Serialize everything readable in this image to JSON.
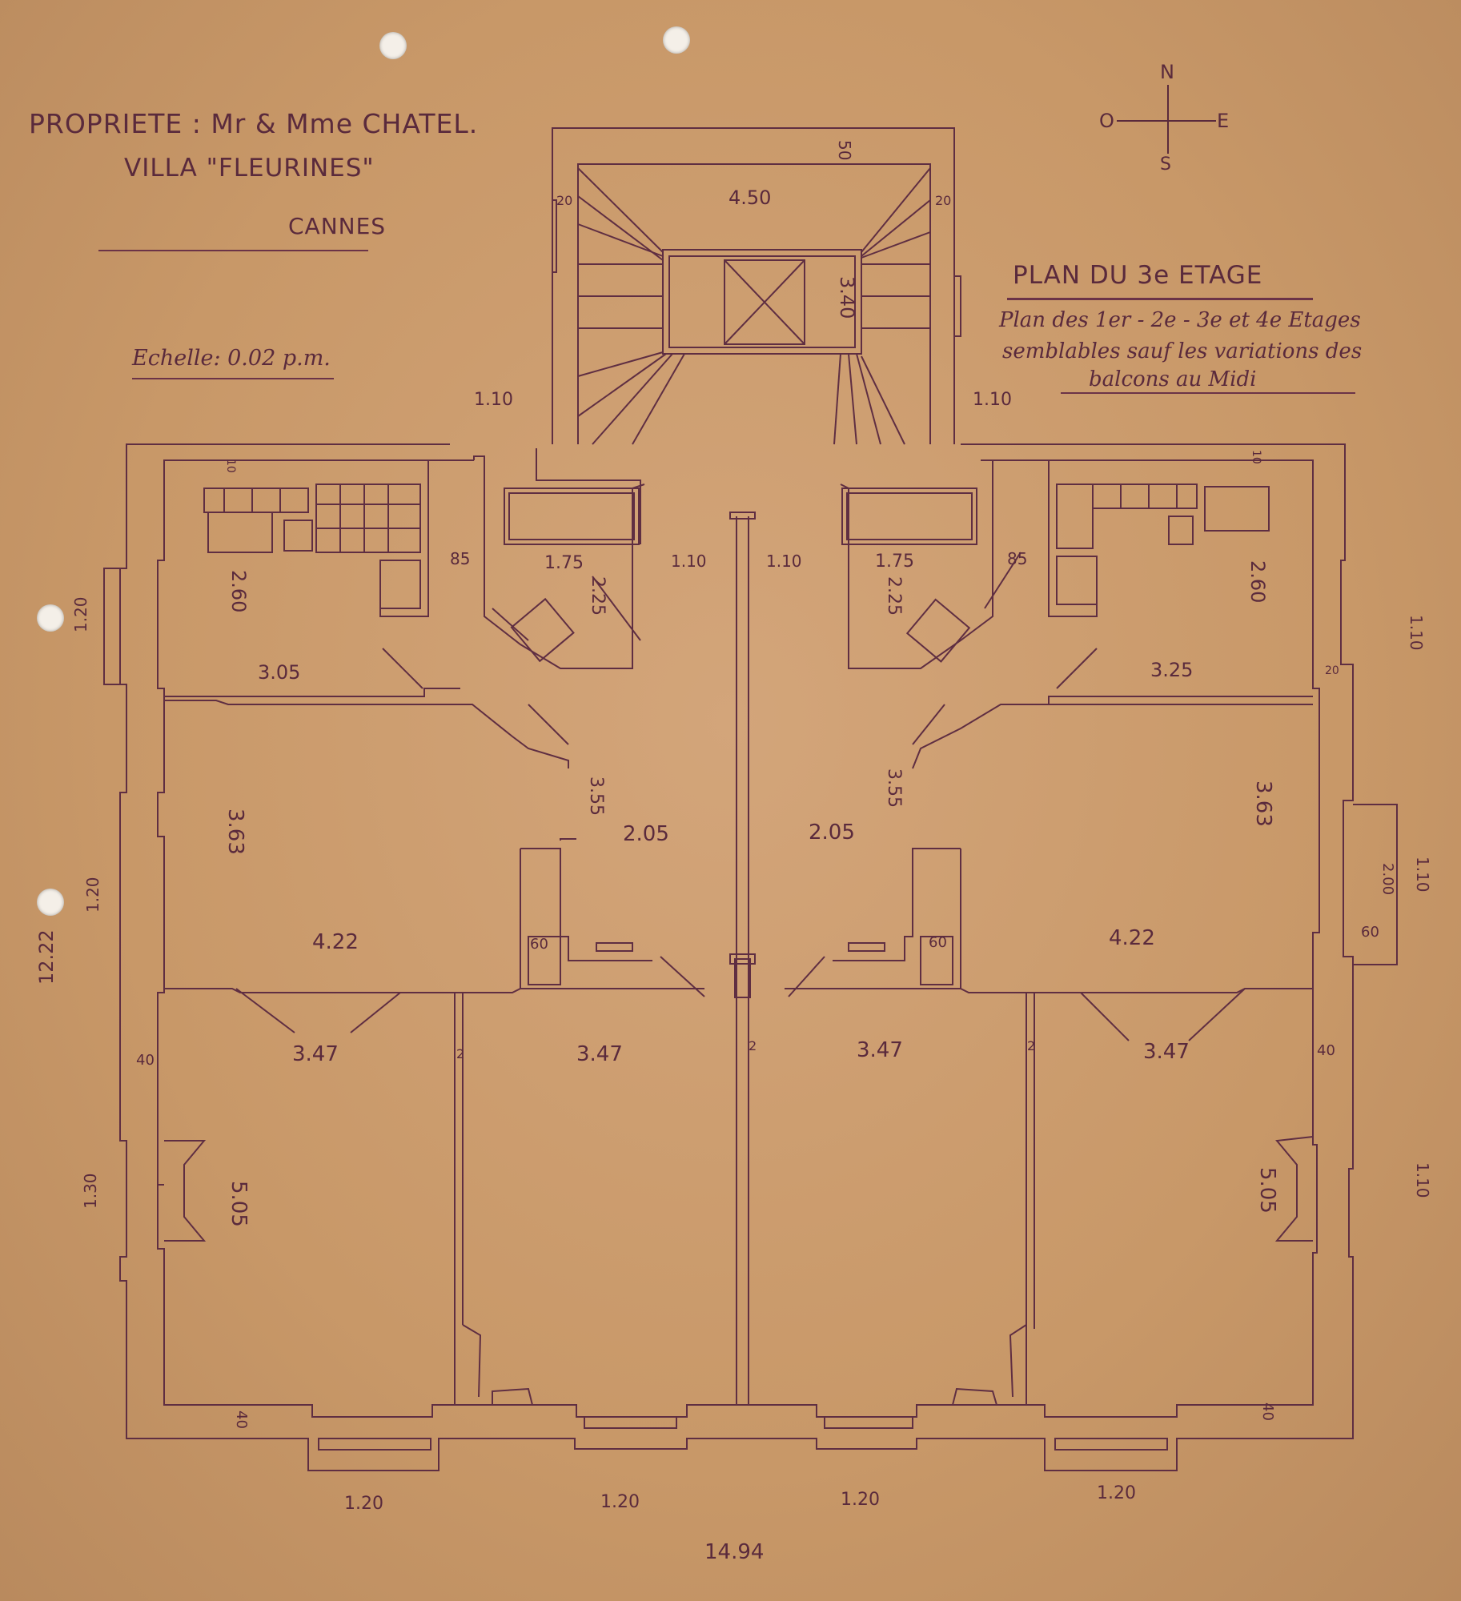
{
  "header": {
    "owner": "PROPRIETE : Mr & Mme CHATEL.",
    "villa": "VILLA \"FLEURINES\"",
    "city": "CANNES",
    "scale": "Echelle: 0.02 p.m."
  },
  "plan_title": {
    "title": "PLAN DU 3e ETAGE",
    "note_line1": "Plan des 1er - 2e - 3e et 4e Etages",
    "note_line2": "semblables sauf les variations des",
    "note_line3": "balcons au Midi"
  },
  "compass": {
    "north": "N",
    "south": "S",
    "east": "E",
    "west": "O"
  },
  "dimensions": {
    "stair_width": "4.50",
    "stair_depth": "3.40",
    "stair_top_wall": "50",
    "stair_side_left": "20",
    "stair_side_right": "20",
    "stair_landing_left": "1.10",
    "stair_landing_right": "1.10",
    "kitchen_left_depth": "2.60",
    "kitchen_left_width": "3.05",
    "kitchen_right_depth": "2.60",
    "kitchen_right_width": "3.25",
    "bath_left_width": "1.75",
    "bath_left_depth": "2.25",
    "bath_right_width": "1.75",
    "bath_right_depth": "2.25",
    "wc_left": "85",
    "wc_right": "85",
    "hall_left_width": "1.10",
    "hall_right_width": "1.10",
    "wall_left_40": "40",
    "wall_right_40": "40",
    "room_left_depth": "3.63",
    "room_left_width": "4.22",
    "room_right_depth": "3.63",
    "room_right_width": "4.22",
    "corridor_left_depth": "3.55",
    "corridor_left_width": "2.05",
    "corridor_right_depth": "3.55",
    "corridor_right_width": "2.05",
    "closet_left": "60",
    "closet_right": "60",
    "south_room_1": "3.47",
    "south_room_2": "3.47",
    "south_room_3": "3.47",
    "south_room_4": "3.47",
    "south_left_depth": "5.05",
    "south_right_depth": "5.05",
    "bottom_wall_left": "40",
    "bottom_wall_right": "40",
    "window_1": "1.20",
    "window_2": "1.20",
    "window_3": "1.20",
    "window_4": "1.20",
    "total_width": "14.94",
    "total_depth": "12.22",
    "left_win_1": "1.20",
    "left_win_2": "1.20",
    "left_win_3": "1.30",
    "right_win_1": "1.10",
    "right_win_2": "1.10",
    "right_win_3": "1.10",
    "balcony_right": "2.00",
    "balcony_right_60": "60",
    "small_2a": "2",
    "small_2b": "2",
    "small_2c": "2",
    "small_20": "20",
    "small_10": "10",
    "small_10b": "10"
  },
  "colors": {
    "ink": "#5a2a3c",
    "paper": "#c99a6c"
  }
}
